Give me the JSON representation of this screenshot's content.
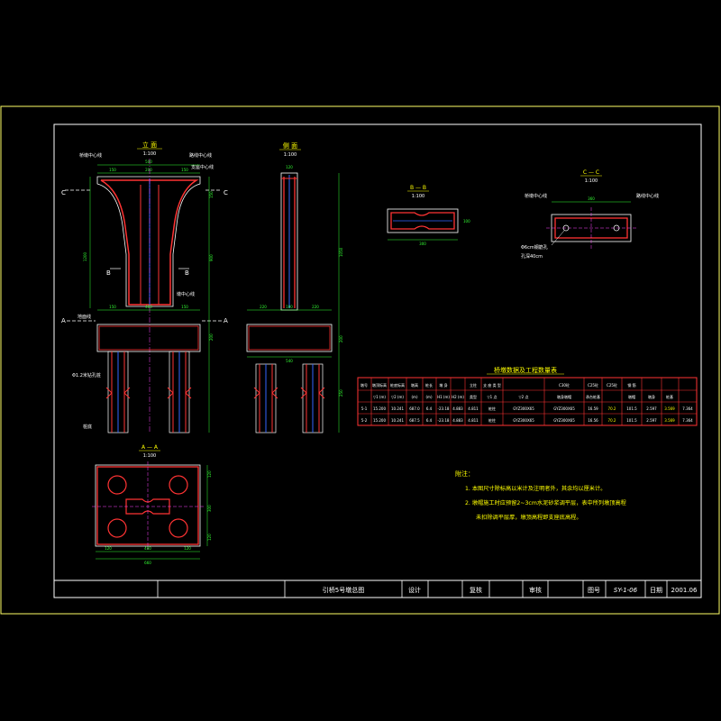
{
  "colors": {
    "background": "#000000",
    "sheet_border": "#ffff66",
    "frame": "#ffffff",
    "outline": "#ffffff",
    "concrete": "#ff3333",
    "rebar": "#3366ff",
    "dimension": "#33ff33",
    "label": "#ffff00",
    "note": "#ffff00",
    "table_header": "#ffffff",
    "magenta": "#ff44ff"
  },
  "views": {
    "front": {
      "title": "立 面",
      "scale": "1:100"
    },
    "side": {
      "title": "侧 面",
      "scale": "1:100"
    },
    "section_bb": {
      "title": "B — B",
      "scale": "1:100"
    },
    "section_cc": {
      "title": "C — C",
      "scale": "1:100"
    },
    "section_aa": {
      "title": "A — A",
      "scale": "1:100"
    }
  },
  "section_markers": {
    "a": "A",
    "b": "B",
    "c": "C"
  },
  "front_labels": {
    "left_top": "桥墩中心线",
    "right_top": "路线中心线",
    "right_mid": "支座中心线",
    "center": "墩中心线",
    "ground": "地面线",
    "pile_note": "Φ1.2米钻孔桩",
    "bottom": "桩底",
    "dim_top": "500",
    "dim_sub_left": "150",
    "dim_sub_mid": "200",
    "dim_sub_right": "150",
    "dim_cap": "700",
    "dim_cap_l": "150",
    "dim_cap_m": "400",
    "dim_cap_r": "150",
    "dim_left": "1200",
    "dim_right_1": "150",
    "dim_right_2": "900",
    "dim_right_3": "200"
  },
  "side_labels": {
    "dim_top": "120",
    "dim_cap": "540",
    "dim_cap_l": "220",
    "dim_cap_m": "100",
    "dim_cap_r": "220",
    "dim_right_1": "1050",
    "dim_right_2": "200",
    "dim_right_3": "250"
  },
  "section_bb_labels": {
    "dim": "300",
    "dim_h": "100"
  },
  "section_cc_labels": {
    "left": "桥墩中心线",
    "right": "路线中心线",
    "rebar_note": "Φ6cm钢筋孔",
    "rebar_note2": "孔深40cm",
    "dim": "360"
  },
  "section_aa_labels": {
    "dim_bottom_l": "120",
    "dim_bottom_m": "400",
    "dim_bottom_r": "120",
    "dim_bottom_total": "660",
    "dim_right_1": "120",
    "dim_right_2": "300",
    "dim_right_3": "120"
  },
  "quantity_table": {
    "title": "桥墩数据及工程数量表",
    "headers": [
      "墩号",
      "墩顶标高",
      "桩底标高",
      "墩高",
      "桩长",
      "墩 身",
      "",
      "立柱",
      "支 座 类 型",
      "",
      "C30砼",
      "C25砼",
      "C25砼",
      "钢 筋",
      "",
      ""
    ],
    "subheaders": [
      "",
      "▽1 (m)",
      "▽2 (m)",
      "(m)",
      "(m)",
      "H1 (m)",
      "H2 (m)",
      "类型",
      "▽1 点",
      "▽2 点",
      "墩身墩帽",
      "承台桩基",
      "",
      "墩帽",
      "墩身",
      "桩基"
    ],
    "rows": [
      [
        "5-1",
        "15.200",
        "10.241",
        "687.0",
        "6.4",
        "-23.18",
        "4.883",
        "4.811",
        "桩柱",
        "GYZ300X65",
        "GYZ300X65",
        "16.59",
        "70.2",
        "101.5",
        "2.597",
        "3.569",
        "7.364"
      ],
      [
        "5-2",
        "15.200",
        "10.241",
        "687.5",
        "6.4",
        "-23.18",
        "4.883",
        "4.811",
        "桩柱",
        "GYZ300X65",
        "GYZ300X65",
        "16.56",
        "70.2",
        "101.5",
        "2.597",
        "3.569",
        "7.364"
      ]
    ]
  },
  "notes": {
    "heading": "附注：",
    "line1": "1. 本图尺寸除标高以米计及注明者外，其余均以厘米计。",
    "line2": "2. 墩帽施工时应预留2~3cm水泥砂浆调平层，表中所列墩顶高程",
    "line3": "未扣除调平层厚，墩顶高程即支座底高程。"
  },
  "title_block": {
    "drawing_name": "引桥5号墩总图",
    "design_label": "设计",
    "review_label": "复核",
    "check_label": "审核",
    "drawing_no_label": "图号",
    "drawing_no": "SY-1-06",
    "date_label": "日期",
    "date": "2001.06"
  }
}
